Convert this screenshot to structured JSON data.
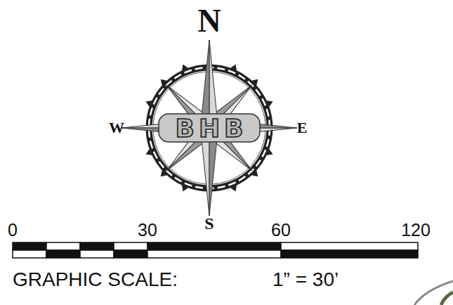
{
  "diagram": {
    "labels": [
      "N",
      "W",
      "E",
      "S",
      "BHB",
      "0",
      "30",
      "60",
      "120",
      "GRAPHIC SCALE:",
      "1” = 30’"
    ]
  }
}
